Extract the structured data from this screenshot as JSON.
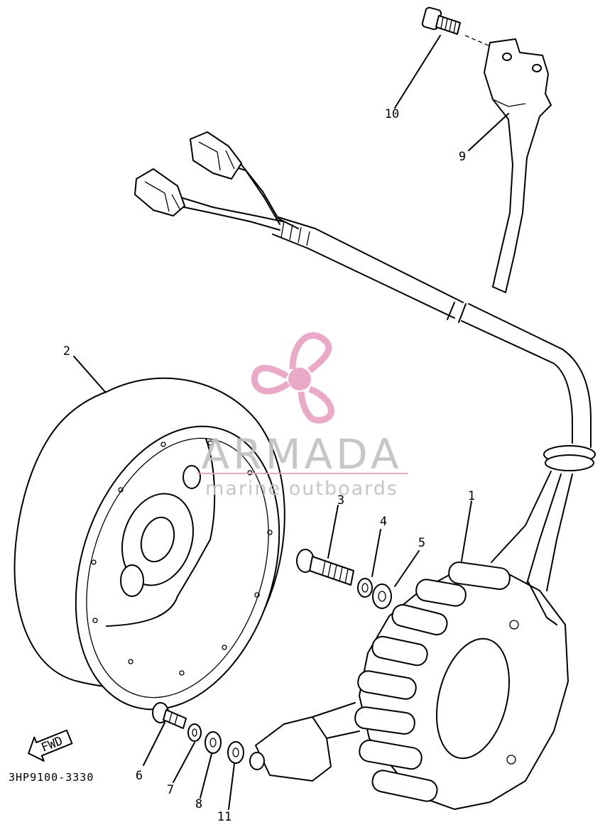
{
  "diagram": {
    "part_code": "3HP9100-3330",
    "fwd_label": "FWD",
    "watermark": {
      "title": "ARMADA",
      "subtitle": "marine outboards",
      "color": "#e8a0c0"
    },
    "callouts": [
      "1",
      "2",
      "3",
      "4",
      "5",
      "6",
      "7",
      "8",
      "9",
      "10",
      "11"
    ]
  }
}
